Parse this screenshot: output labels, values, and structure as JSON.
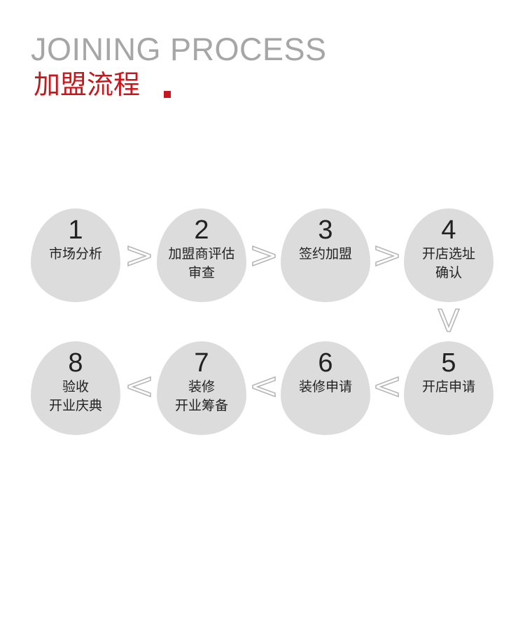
{
  "header": {
    "title_en": "JOINING PROCESS",
    "title_cn": "加盟流程"
  },
  "steps": [
    {
      "num": "1",
      "line1": "市场分析",
      "line2": ""
    },
    {
      "num": "2",
      "line1": "加盟商评估",
      "line2": "审查"
    },
    {
      "num": "3",
      "line1": "签约加盟",
      "line2": ""
    },
    {
      "num": "4",
      "line1": "开店选址",
      "line2": "确认"
    },
    {
      "num": "5",
      "line1": "开店申请",
      "line2": ""
    },
    {
      "num": "6",
      "line1": "装修申请",
      "line2": ""
    },
    {
      "num": "7",
      "line1": "装修",
      "line2": "开业筹备"
    },
    {
      "num": "8",
      "line1": "验收",
      "line2": "开业庆典"
    }
  ],
  "colors": {
    "accent": "#c8161d",
    "title_gray": "#a6a6a6",
    "egg": "#dcdcdc",
    "arrow": "#b5b5b5"
  }
}
